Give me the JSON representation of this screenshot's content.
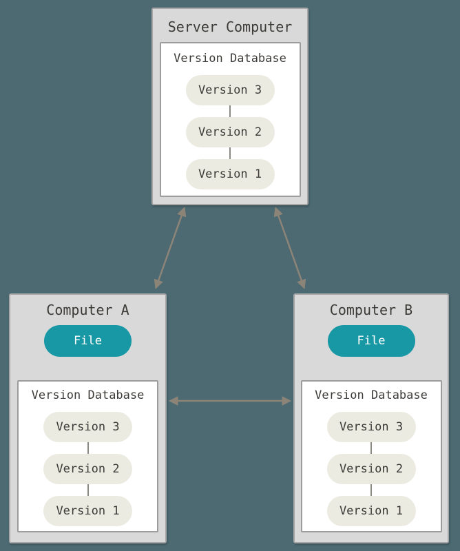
{
  "colors": {
    "background": "#4d6a73",
    "computer_box_fill": "#d9d9d9",
    "computer_box_border": "#a8a8a8",
    "panel_fill": "#ffffff",
    "panel_border": "#9c9c9c",
    "version_pill_fill": "#ecebe2",
    "text": "#3d3b38",
    "file_pill_fill": "#1897a4",
    "file_pill_text": "#ffffff",
    "arrow": "#8d8478",
    "connector": "#8a8a82"
  },
  "server": {
    "title": "Server Computer",
    "database": {
      "title": "Version Database",
      "versions": [
        "Version 3",
        "Version 2",
        "Version 1"
      ]
    }
  },
  "computer_a": {
    "title": "Computer A",
    "file_label": "File",
    "database": {
      "title": "Version Database",
      "versions": [
        "Version 3",
        "Version 2",
        "Version 1"
      ]
    }
  },
  "computer_b": {
    "title": "Computer B",
    "file_label": "File",
    "database": {
      "title": "Version Database",
      "versions": [
        "Version 3",
        "Version 2",
        "Version 1"
      ]
    }
  }
}
